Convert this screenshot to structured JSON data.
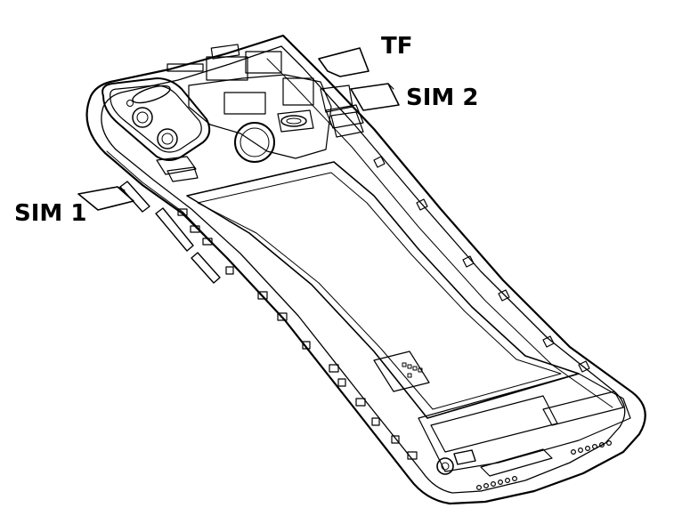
{
  "labels": {
    "tf": "TF",
    "sim2": "SIM 2",
    "sim1": "SIM 1"
  },
  "colors": {
    "ink": "#000000",
    "background": "#ffffff"
  },
  "icons": {
    "camera": "camera-module-icon",
    "fingerprint": "fingerprint-sensor-icon",
    "tf_card": "tf-card-icon",
    "sim_card": "sim-card-icon"
  }
}
